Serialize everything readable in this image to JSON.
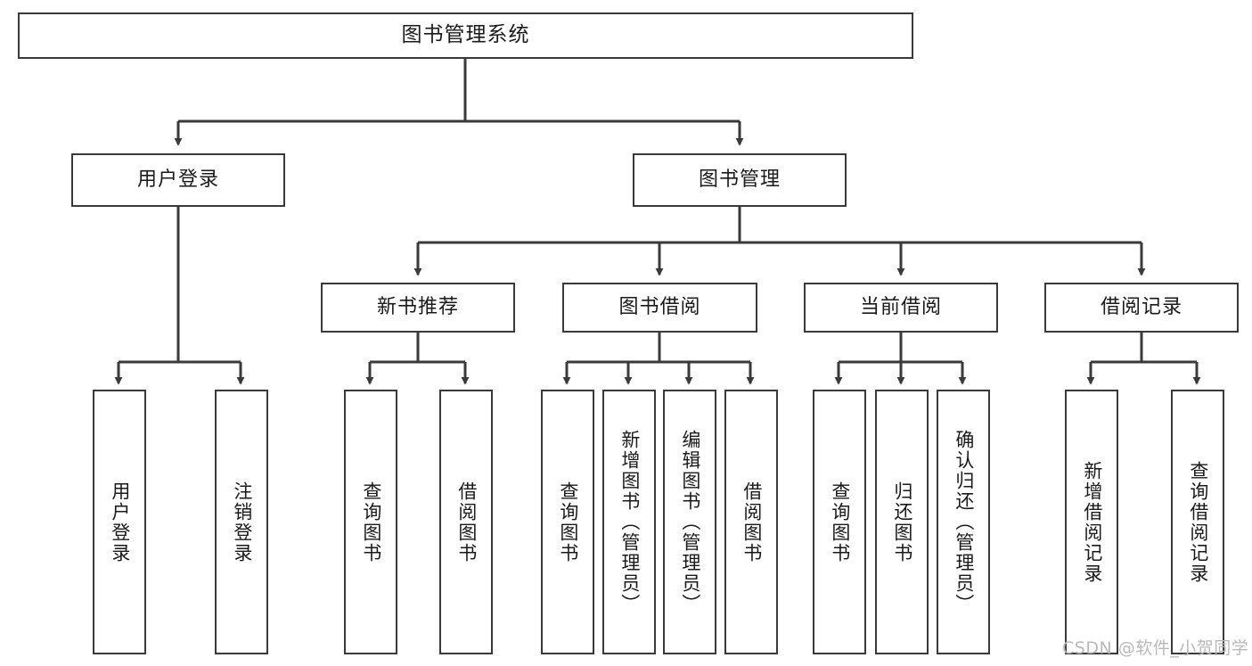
{
  "diagram": {
    "title": "图书管理系统",
    "type": "功能结构图",
    "root": {
      "label": "图书管理系统"
    },
    "level2": [
      {
        "label": "用户登录"
      },
      {
        "label": "图书管理"
      }
    ],
    "level3": [
      {
        "label": "新书推荐"
      },
      {
        "label": "图书借阅"
      },
      {
        "label": "当前借阅"
      },
      {
        "label": "借阅记录"
      }
    ],
    "leaves_user_login": [
      {
        "label": "用户登录"
      },
      {
        "label": "注销登录"
      }
    ],
    "leaves_new_book": [
      {
        "label": "查询图书"
      },
      {
        "label": "借阅图书"
      }
    ],
    "leaves_borrow": [
      {
        "label": "查询图书"
      },
      {
        "label": "新增图书（管理员）"
      },
      {
        "label": "编辑图书（管理员）"
      },
      {
        "label": "借阅图书"
      }
    ],
    "leaves_current": [
      {
        "label": "查询图书"
      },
      {
        "label": "归还图书"
      },
      {
        "label": "确认归还（管理员）"
      }
    ],
    "leaves_records": [
      {
        "label": "新增借阅记录"
      },
      {
        "label": "查询借阅记录"
      }
    ]
  },
  "watermark": {
    "text": "CSDN @软件_小贺同学"
  },
  "colors": {
    "border": "#3a3a3a",
    "text": "#1a1a1a",
    "background": "#ffffff",
    "watermark": "#b9b9b9"
  }
}
